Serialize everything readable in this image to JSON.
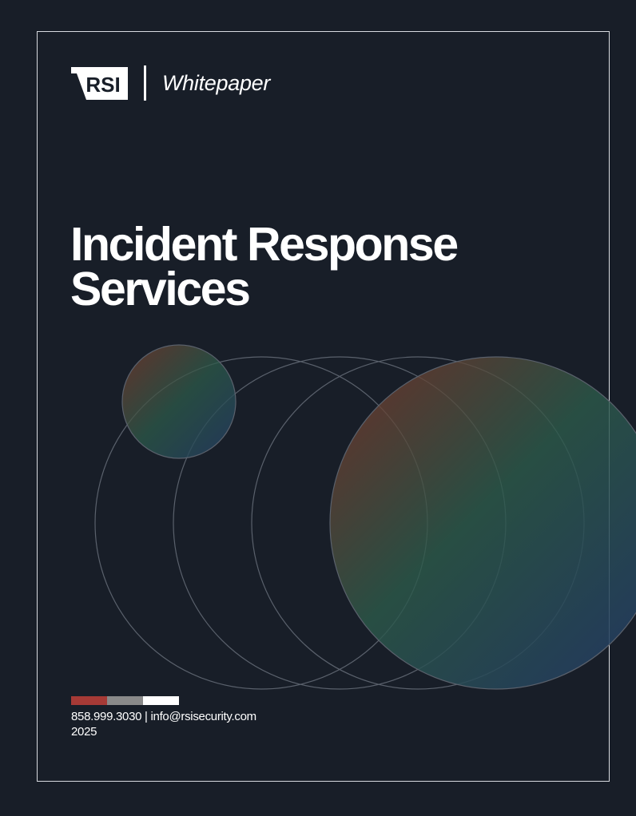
{
  "header": {
    "logo_text": "RSI",
    "doc_type": "Whitepaper"
  },
  "title": {
    "line1": "Incident Response",
    "line2": "Services"
  },
  "footer": {
    "contact": "858.999.3030 | info@rsisecurity.com",
    "year": "2025"
  },
  "colors": {
    "background": "#181e28",
    "frame_border": "#d8dbe0",
    "bar_red": "#a63a36",
    "bar_gray": "#8a8a8a",
    "bar_white": "#ffffff",
    "orb_red": "#7a3a2c",
    "orb_green": "#2c5a4a",
    "orb_blue": "#233a63",
    "ring_stroke": "#5a616c"
  }
}
